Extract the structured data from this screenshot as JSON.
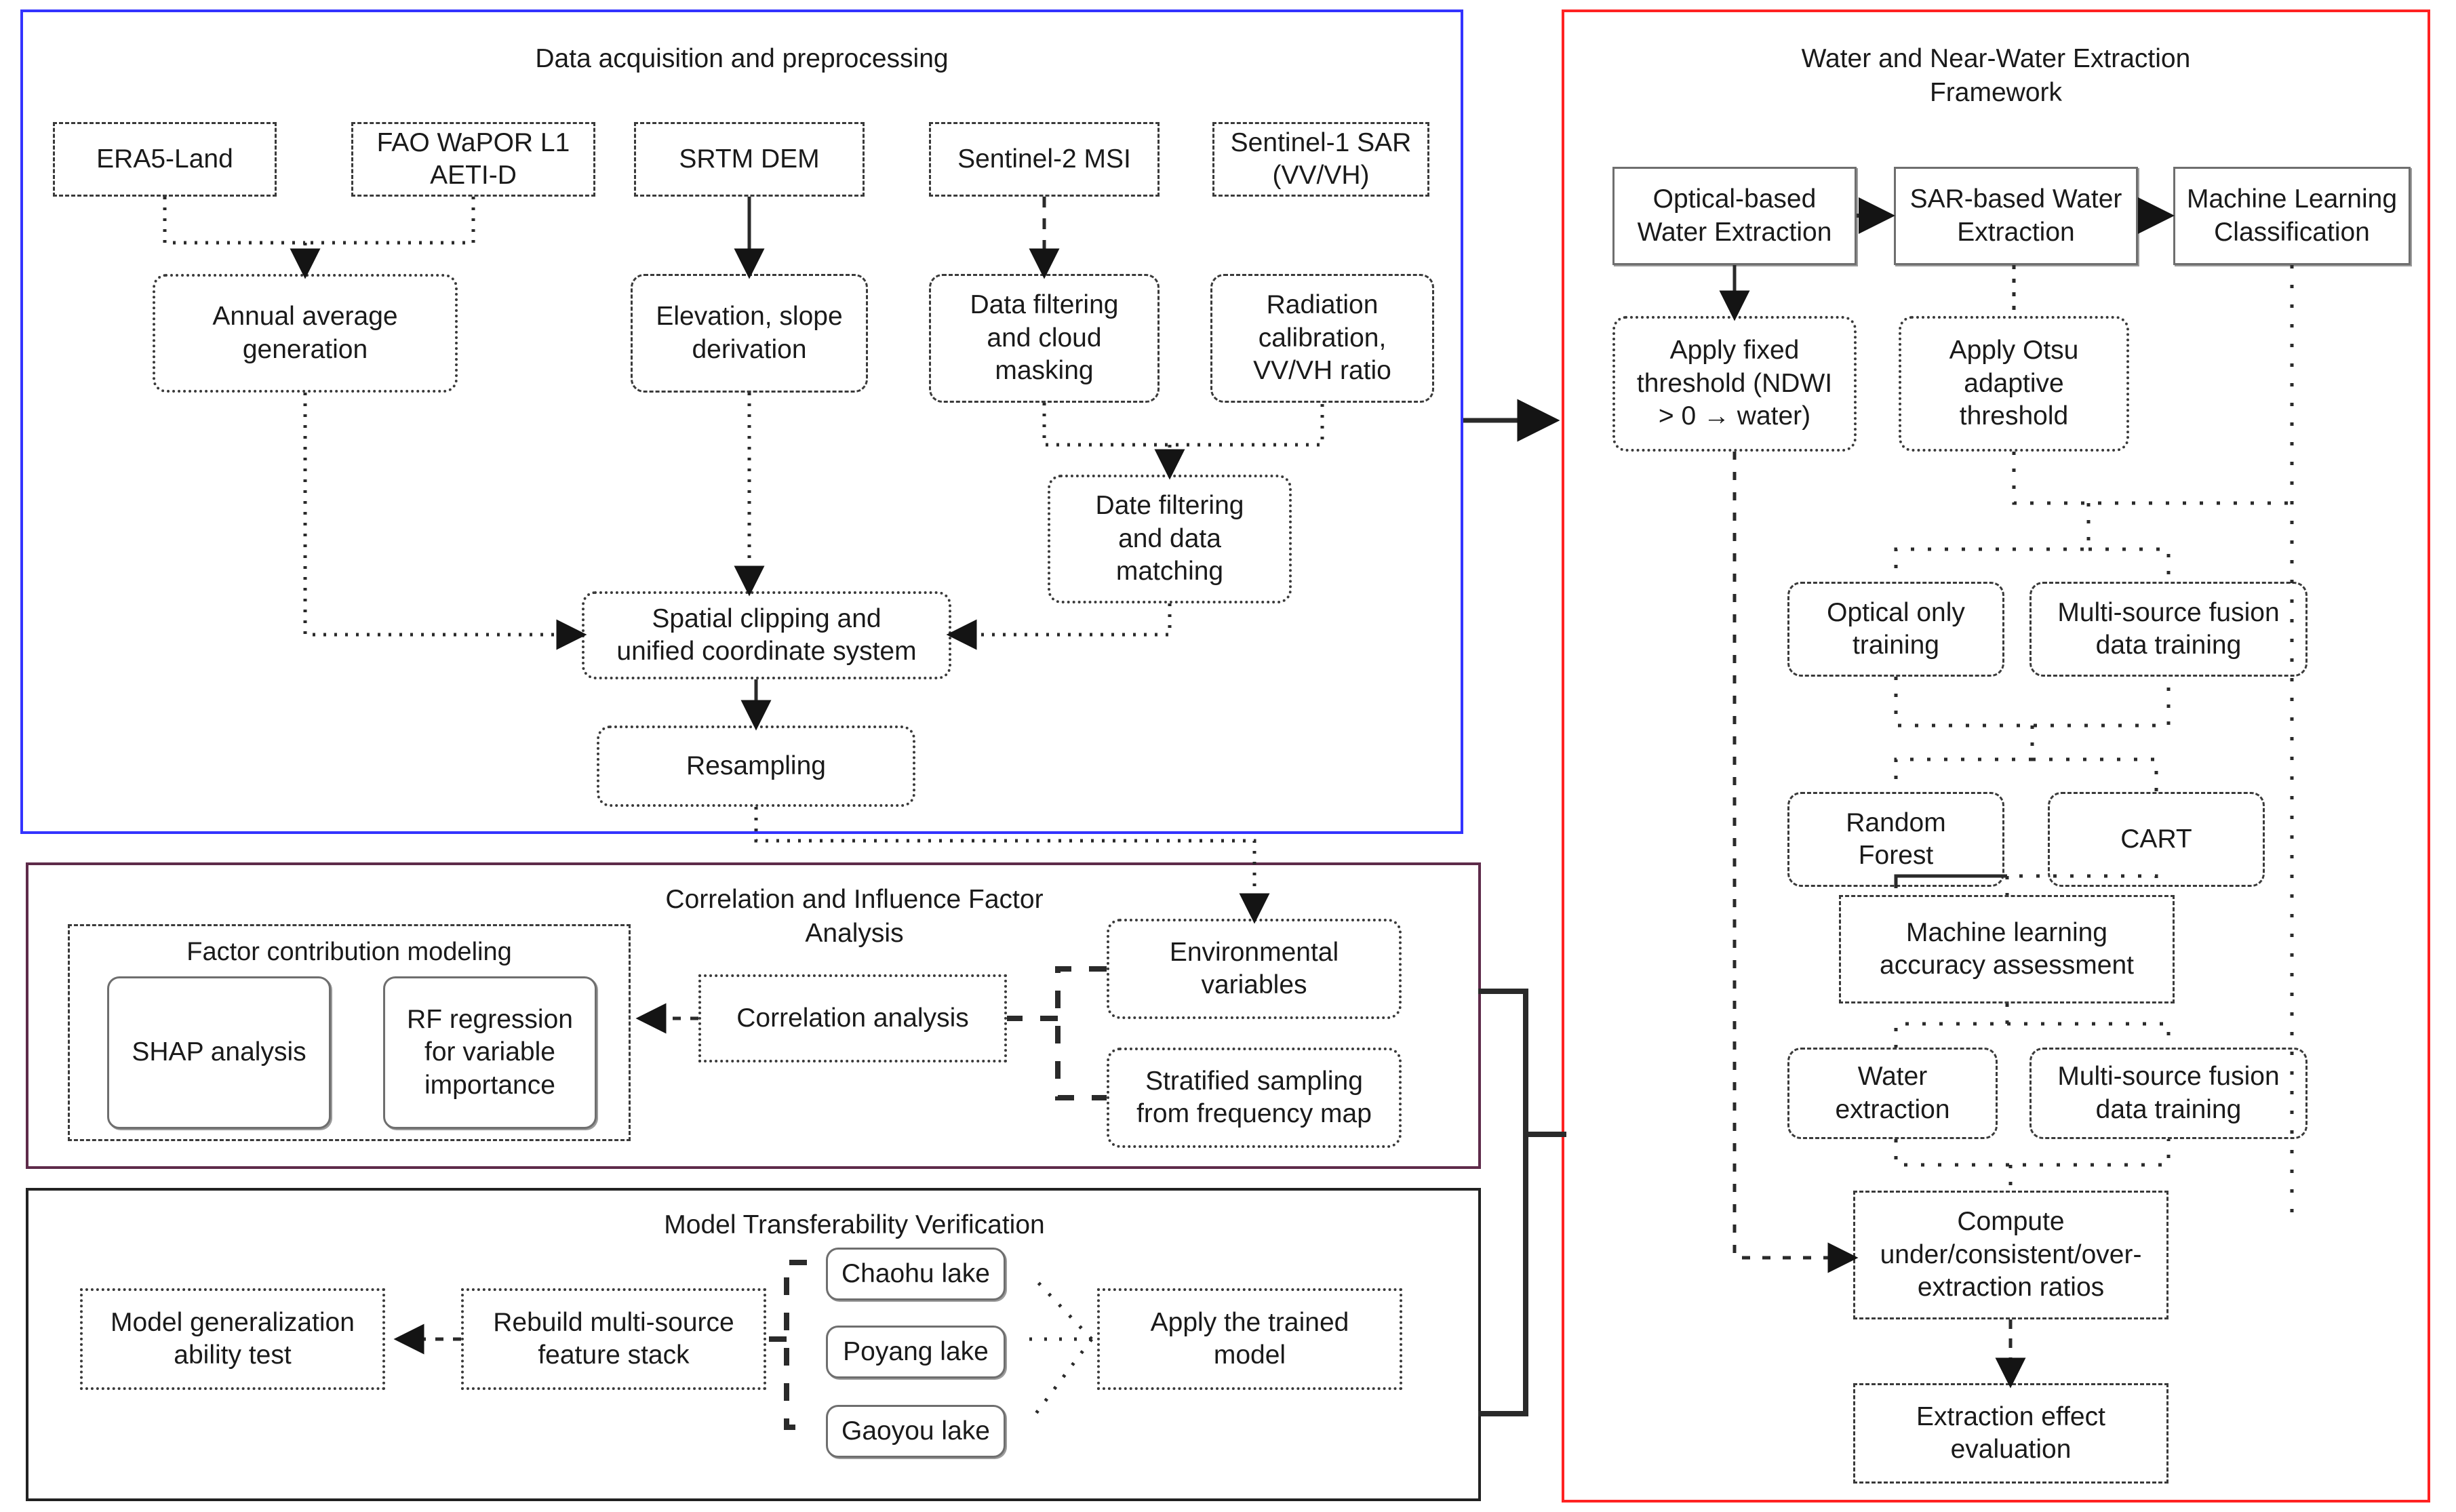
{
  "panels": {
    "acquisition": {
      "title": "Data acquisition and preprocessing",
      "border_color": "#3333ff"
    },
    "water": {
      "title": "Water and Near-Water Extraction\nFramework",
      "border_color": "#ff2222"
    },
    "correlation": {
      "title": "Correlation and Influence Factor\nAnalysis",
      "border_color": "#5e2b4a"
    },
    "transfer": {
      "title": "Model Transferability Verification",
      "border_color": "#222222"
    }
  },
  "acquisition_nodes": {
    "era5": "ERA5-Land",
    "wapor": "FAO WaPOR L1\nAETI-D",
    "srtm": "SRTM DEM",
    "s2": "Sentinel-2 MSI",
    "s1": "Sentinel-1 SAR\n(VV/VH)",
    "annual_avg": "Annual average\ngeneration",
    "elevation": "Elevation, slope\nderivation",
    "cloud_mask": "Data filtering\nand cloud\nmasking",
    "radiation": "Radiation\ncalibration,\nVV/VH ratio",
    "date_filter": "Date filtering\nand data\nmatching",
    "spatial_clip": "Spatial clipping and\nunified coordinate system",
    "resampling": "Resampling"
  },
  "water_nodes": {
    "optical_extraction": "Optical-based\nWater Extraction",
    "sar_extraction": "SAR-based Water\nExtraction",
    "ml_classification": "Machine Learning\nClassification",
    "fixed_threshold": "Apply fixed\nthreshold (NDWI\n> 0 → water)",
    "otsu_threshold": "Apply Otsu\nadaptive\nthreshold",
    "optical_only": "Optical only\ntraining",
    "fusion_training_1": "Multi-source fusion\ndata training",
    "random_forest": "Random\nForest",
    "cart": "CART",
    "accuracy": "Machine learning\naccuracy assessment",
    "water_extraction": "Water\nextraction",
    "fusion_training_2": "Multi-source fusion\ndata training",
    "compute_ratios": "Compute\nunder/consistent/over-\nextraction ratios",
    "effect_eval": "Extraction effect\nevaluation"
  },
  "correlation_nodes": {
    "factor_group": "Factor contribution modeling",
    "shap": "SHAP analysis",
    "rf_regression": "RF regression\nfor variable\nimportance",
    "corr_analysis": "Correlation analysis",
    "env_variables": "Environmental\nvariables",
    "stratified": "Stratified sampling\nfrom frequency map"
  },
  "transfer_nodes": {
    "generalization": "Model generalization\nability test",
    "rebuild_stack": "Rebuild multi-source\nfeature stack",
    "chaohu": "Chaohu lake",
    "poyang": "Poyang lake",
    "gaoyou": "Gaoyou lake",
    "apply_model": "Apply the trained\nmodel"
  }
}
